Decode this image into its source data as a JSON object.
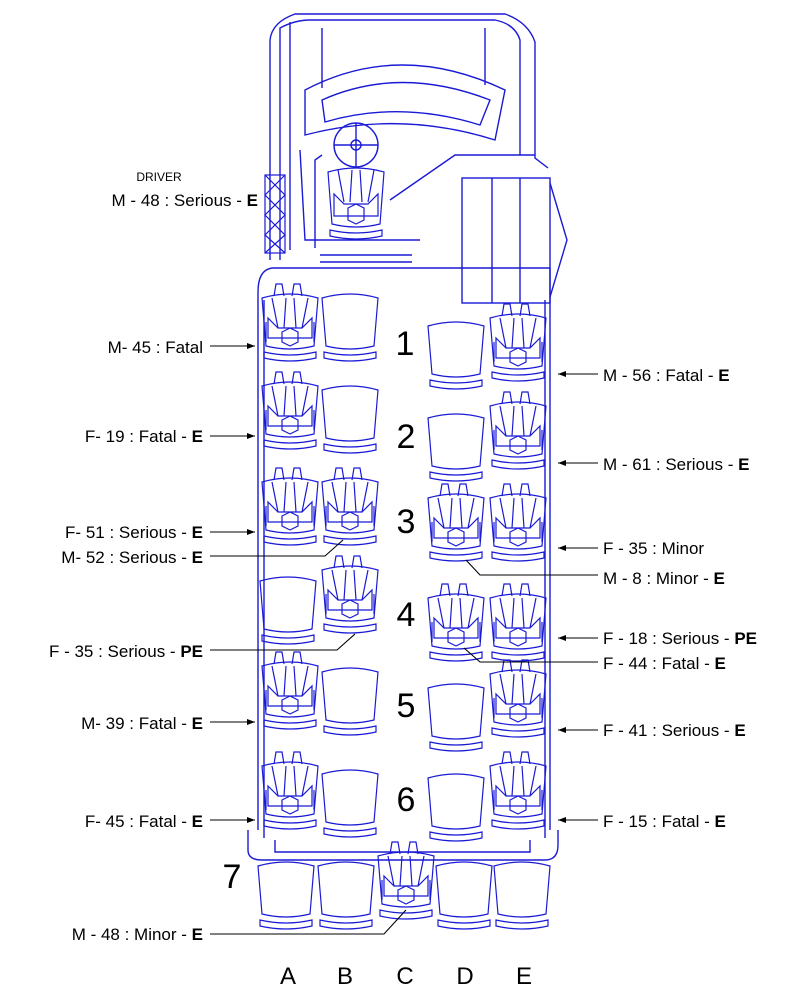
{
  "colors": {
    "outline": "#1a1ad6",
    "text": "#000000"
  },
  "driver": {
    "title": "DRIVER",
    "text": "M - 48 : Serious - ",
    "tag": "E"
  },
  "row_numbers": [
    "1",
    "2",
    "3",
    "4",
    "5",
    "6",
    "7"
  ],
  "column_letters": [
    "A",
    "B",
    "C",
    "D",
    "E"
  ],
  "occupants": [
    {
      "id": "1A",
      "text": "M- 45 : Fatal",
      "tag": ""
    },
    {
      "id": "1E",
      "text": "M - 56 : Fatal - ",
      "tag": "E"
    },
    {
      "id": "2A",
      "text": "F- 19 : Fatal - ",
      "tag": "E"
    },
    {
      "id": "2E",
      "text": "M - 61 : Serious - ",
      "tag": "E"
    },
    {
      "id": "3A",
      "text": "F- 51 : Serious - ",
      "tag": "E"
    },
    {
      "id": "3B",
      "text": "M- 52 : Serious - ",
      "tag": "E"
    },
    {
      "id": "3E",
      "text": "F - 35 : Minor",
      "tag": ""
    },
    {
      "id": "3D",
      "text": "M - 8 : Minor - ",
      "tag": "E"
    },
    {
      "id": "4B",
      "text": "F - 35 : Serious - ",
      "tag": "PE"
    },
    {
      "id": "4E",
      "text": "F - 18 : Serious - ",
      "tag": "PE"
    },
    {
      "id": "4D",
      "text": "F - 44 : Fatal - ",
      "tag": "E"
    },
    {
      "id": "5A",
      "text": "M- 39 : Fatal - ",
      "tag": "E"
    },
    {
      "id": "5E",
      "text": "F - 41 : Serious - ",
      "tag": "E"
    },
    {
      "id": "6A",
      "text": "F- 45 : Fatal - ",
      "tag": "E"
    },
    {
      "id": "6E",
      "text": "F - 15 : Fatal - ",
      "tag": "E"
    },
    {
      "id": "7C",
      "text": "M - 48 : Minor - ",
      "tag": "E"
    }
  ]
}
